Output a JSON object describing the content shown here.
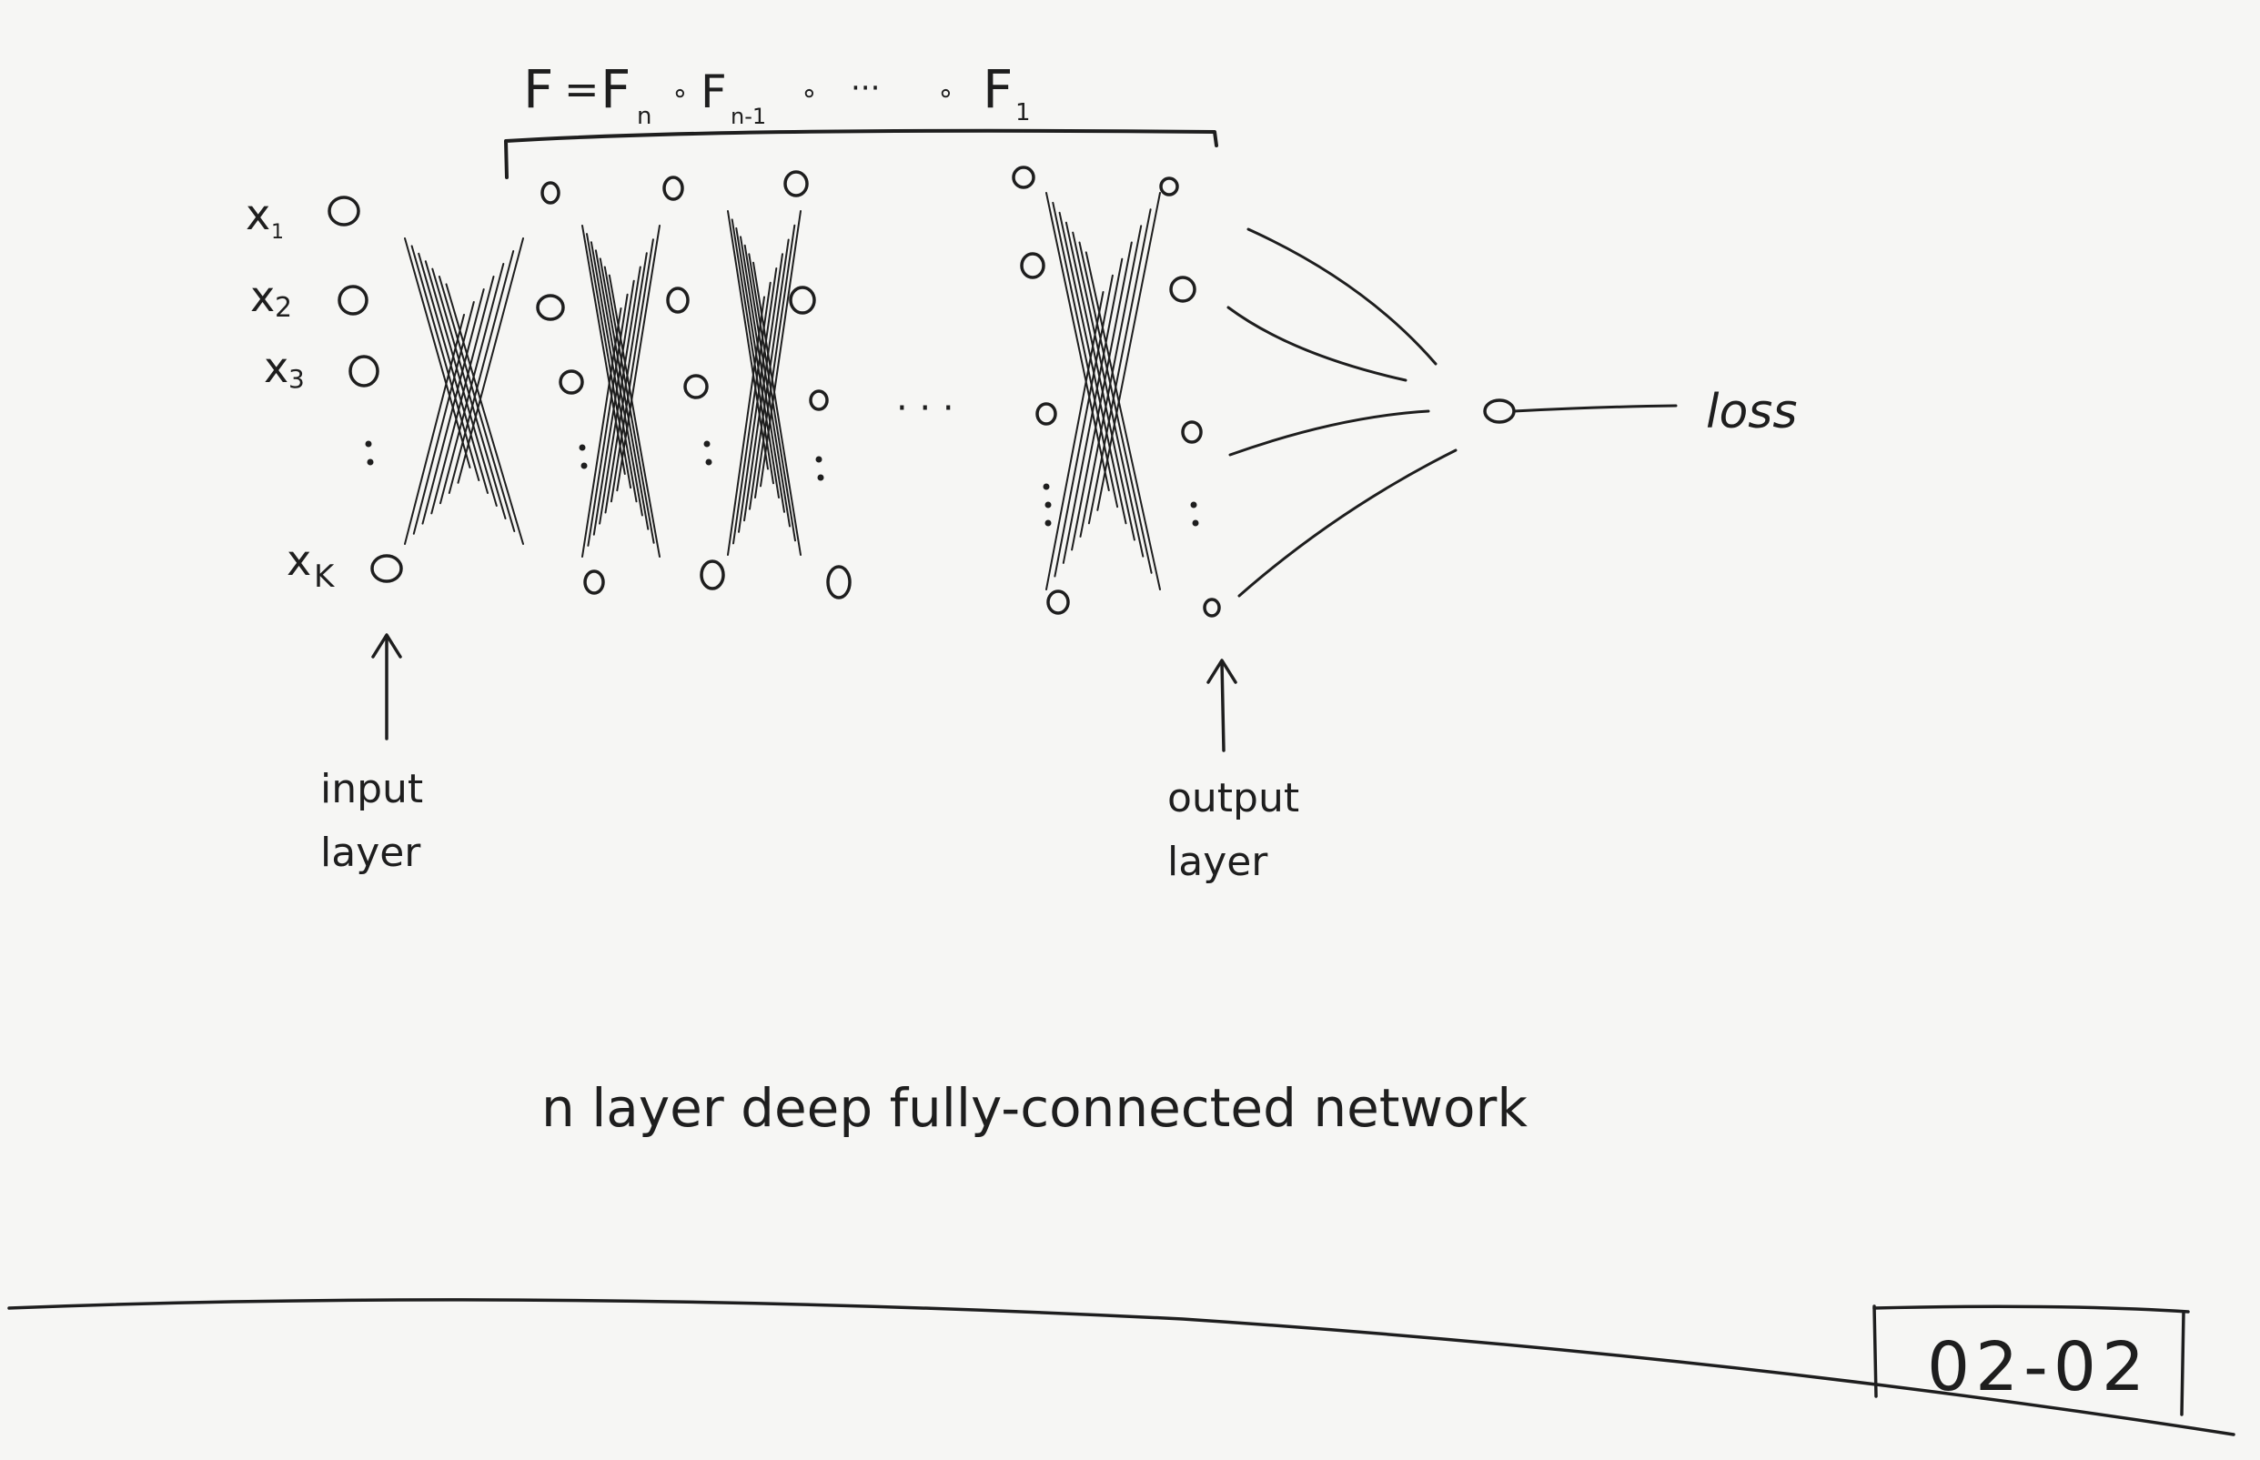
{
  "formula": {
    "lhs": "F",
    "eq": "=",
    "f1": "F",
    "f1_sub": "n",
    "op1": "∘",
    "f2": "F",
    "f2_sub": "n-1",
    "op2": "∘",
    "ellipsis": "···",
    "op3": "∘",
    "f3": "F",
    "f3_sub": "1"
  },
  "inputs": [
    {
      "sym": "x",
      "sub": "1"
    },
    {
      "sym": "x",
      "sub": "2"
    },
    {
      "sym": "x",
      "sub": "3"
    },
    {
      "sym": "x",
      "sub": "K"
    }
  ],
  "labels": {
    "input_layer_1": "input",
    "input_layer_2": "layer",
    "output_layer_1": "output",
    "output_layer_2": "layer",
    "loss": "loss",
    "layer_ellipsis": "· · ·"
  },
  "caption": "n layer deep fully-connected network",
  "page_number": "02-02",
  "colors": {
    "ink": "#1e1e1e",
    "paper": "#f6f6f4"
  }
}
